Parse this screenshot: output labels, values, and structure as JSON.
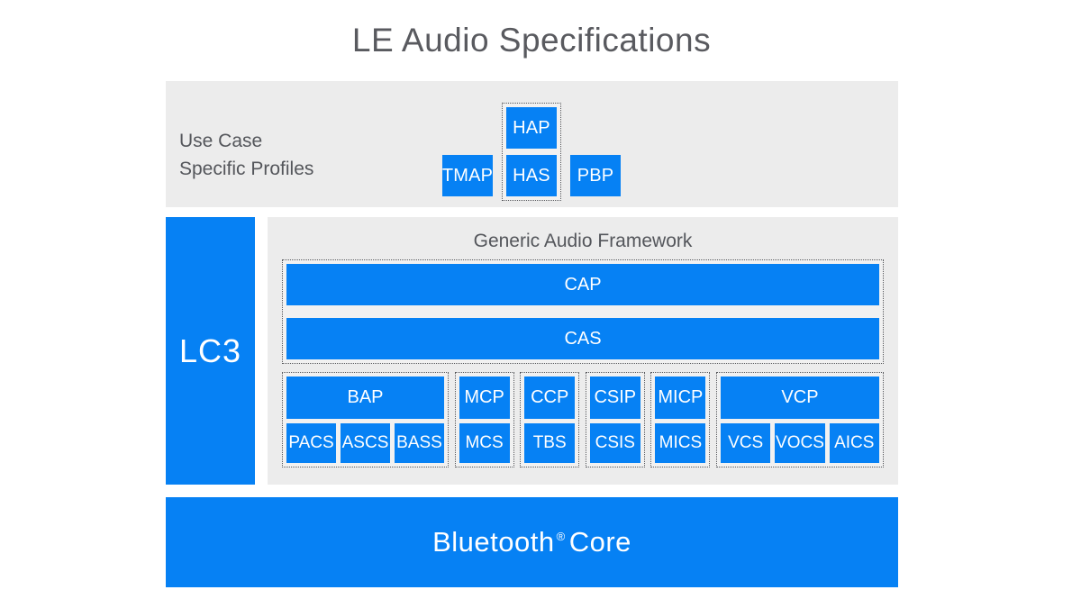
{
  "title": "LE Audio Specifications",
  "colors": {
    "accent_blue": "#0681f4",
    "panel_gray": "#ececec",
    "group_gray": "#f1f1f1",
    "text_gray": "#54565b"
  },
  "use_case_section": {
    "label_line1": "Use Case",
    "label_line2": "Specific Profiles",
    "tmap": "TMAP",
    "hap": "HAP",
    "has": "HAS",
    "pbp": "PBP"
  },
  "lc3": {
    "label": "LC3"
  },
  "framework": {
    "title": "Generic Audio Framework",
    "cap": "CAP",
    "cas": "CAS",
    "groups": [
      {
        "profile": "BAP",
        "services": [
          "PACS",
          "ASCS",
          "BASS"
        ]
      },
      {
        "profile": "MCP",
        "services": [
          "MCS"
        ]
      },
      {
        "profile": "CCP",
        "services": [
          "TBS"
        ]
      },
      {
        "profile": "CSIP",
        "services": [
          "CSIS"
        ]
      },
      {
        "profile": "MICP",
        "services": [
          "MICS"
        ]
      },
      {
        "profile": "VCP",
        "services": [
          "VCS",
          "VOCS",
          "AICS"
        ]
      }
    ]
  },
  "core": {
    "brand": "Bluetooth",
    "registered": "®",
    "suffix": "Core"
  }
}
